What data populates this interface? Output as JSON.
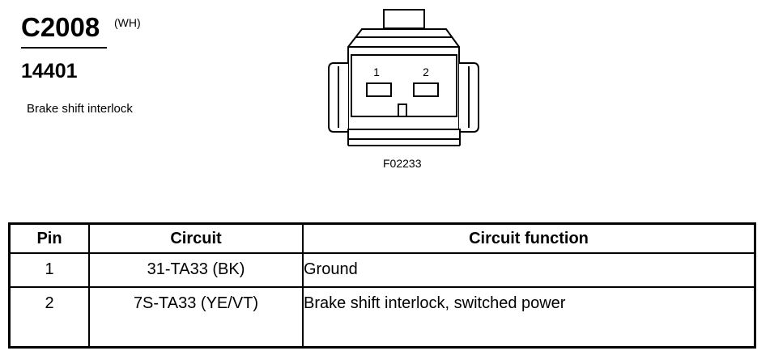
{
  "connector": {
    "id": "C2008",
    "color": "(WH)",
    "part_number": "14401",
    "description": "Brake shift interlock",
    "pins": [
      "1",
      "2"
    ],
    "figure_code": "F02233"
  },
  "table": {
    "headers": {
      "pin": "Pin",
      "circuit": "Circuit",
      "function": "Circuit function"
    },
    "rows": [
      {
        "pin": "1",
        "circuit": "31-TA33 (BK)",
        "function": "Ground"
      },
      {
        "pin": "2",
        "circuit": "7S-TA33 (YE/VT)",
        "function": "Brake shift interlock, switched power"
      }
    ]
  }
}
